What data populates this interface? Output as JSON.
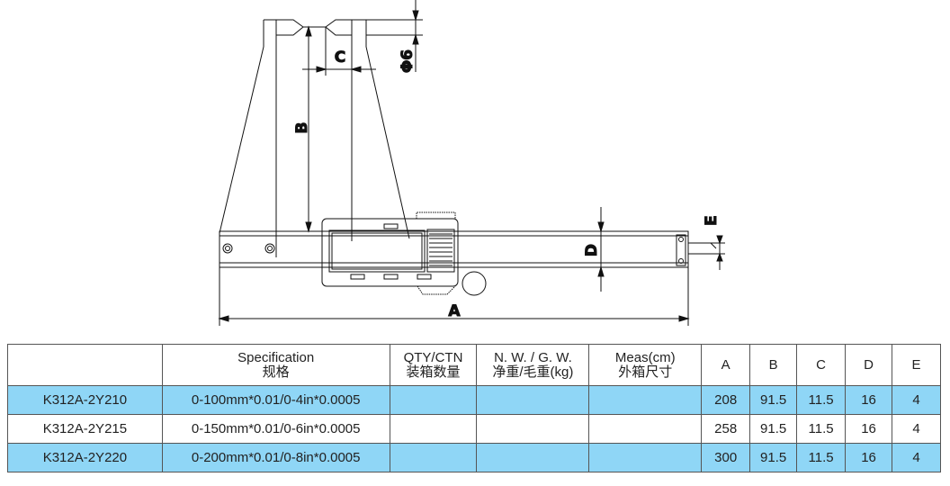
{
  "drawing": {
    "labels": {
      "a": "A",
      "b": "B",
      "c": "C",
      "d": "D",
      "e": "E",
      "phi": "Φ6"
    }
  },
  "table": {
    "headers": {
      "model": "",
      "spec_en": "Specification",
      "spec_cn": "规格",
      "qty_en": "QTY/CTN",
      "qty_cn": "装箱数量",
      "weight_en": "N. W. / G. W.",
      "weight_cn": "净重/毛重(kg)",
      "meas_en": "Meas(cm)",
      "meas_cn": "外箱尺寸",
      "a": "A",
      "b": "B",
      "c": "C",
      "d": "D",
      "e": "E"
    },
    "rows": [
      {
        "model": "K312A-2Y210",
        "spec": "0-100mm*0.01/0-4in*0.0005",
        "qty": "",
        "weight": "",
        "meas": "",
        "a": "208",
        "b": "91.5",
        "c": "11.5",
        "d": "16",
        "e": "4"
      },
      {
        "model": "K312A-2Y215",
        "spec": "0-150mm*0.01/0-6in*0.0005",
        "qty": "",
        "weight": "",
        "meas": "",
        "a": "258",
        "b": "91.5",
        "c": "11.5",
        "d": "16",
        "e": "4"
      },
      {
        "model": "K312A-2Y220",
        "spec": "0-200mm*0.01/0-8in*0.0005",
        "qty": "",
        "weight": "",
        "meas": "",
        "a": "300",
        "b": "91.5",
        "c": "11.5",
        "d": "16",
        "e": "4"
      }
    ],
    "row_highlight_color": "#8fd6f6"
  }
}
